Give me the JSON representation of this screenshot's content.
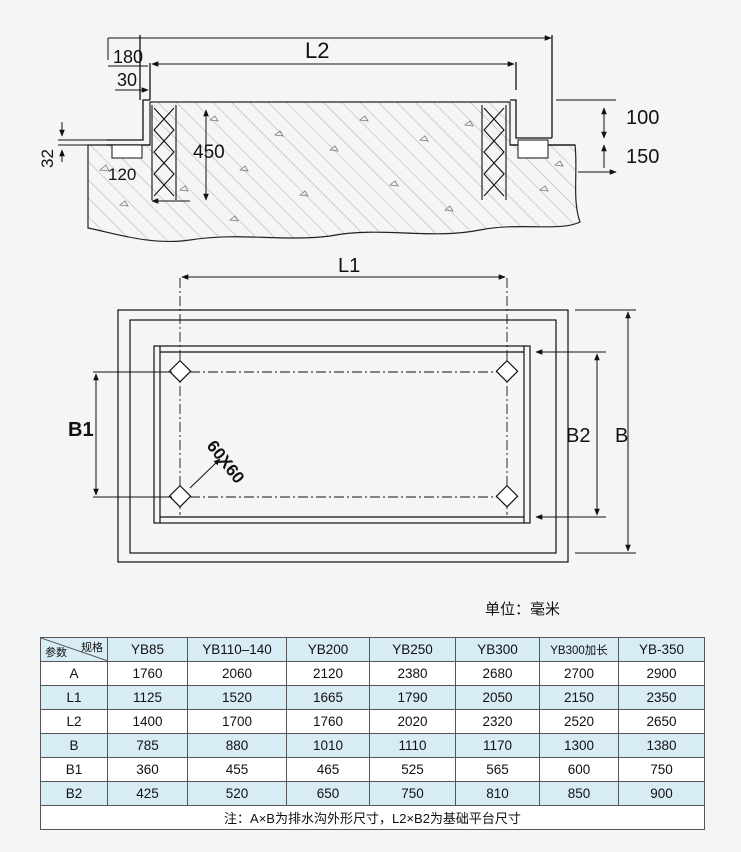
{
  "diagram": {
    "section": {
      "dim_180": "180",
      "dim_30": "30",
      "dim_L2": "L2",
      "dim_32": "32",
      "dim_120": "120",
      "dim_450": "450",
      "dim_100": "100",
      "dim_150": "150"
    },
    "plan": {
      "dim_L1": "L1",
      "dim_B1": "B1",
      "dim_B2": "B2",
      "dim_B": "B",
      "dim_60x60": "60X60"
    }
  },
  "unit_label": "单位：毫米",
  "table": {
    "corner_top": "规格",
    "corner_bottom": "参数",
    "headers": [
      "YB85",
      "YB110–140",
      "YB200",
      "YB250",
      "YB300",
      "YB300加长",
      "YB-350"
    ],
    "rows": [
      {
        "label": "A",
        "values": [
          "1760",
          "2060",
          "2120",
          "2380",
          "2680",
          "2700",
          "2900"
        ]
      },
      {
        "label": "L1",
        "values": [
          "1125",
          "1520",
          "1665",
          "1790",
          "2050",
          "2150",
          "2350"
        ]
      },
      {
        "label": "L2",
        "values": [
          "1400",
          "1700",
          "1760",
          "2020",
          "2320",
          "2520",
          "2650"
        ]
      },
      {
        "label": "B",
        "values": [
          "785",
          "880",
          "1010",
          "1110",
          "1170",
          "1300",
          "1380"
        ]
      },
      {
        "label": "B1",
        "values": [
          "360",
          "455",
          "465",
          "525",
          "565",
          "600",
          "750"
        ]
      },
      {
        "label": "B2",
        "values": [
          "425",
          "520",
          "650",
          "750",
          "810",
          "850",
          "900"
        ]
      }
    ],
    "note": "注：A×B为排水沟外形尺寸，L2×B2为基础平台尺寸"
  }
}
